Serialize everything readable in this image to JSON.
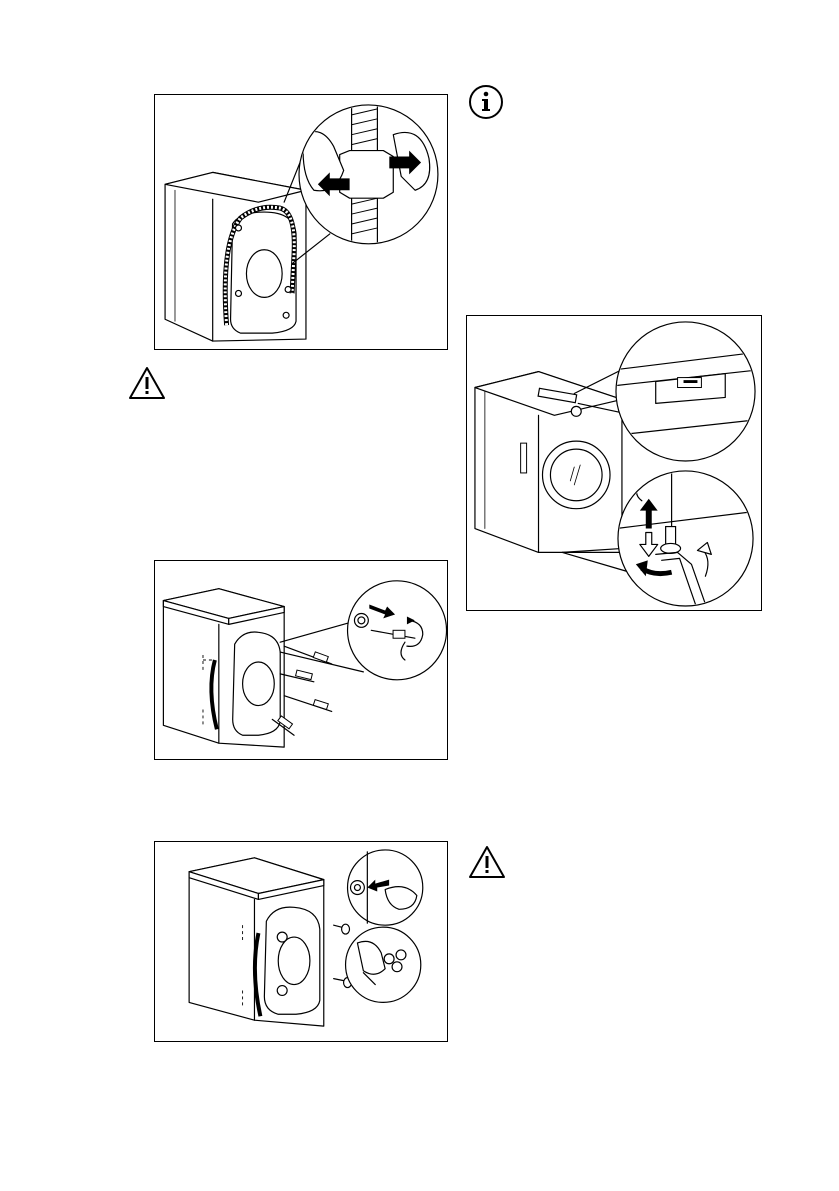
{
  "figures": [
    {
      "subject": "hose-clip-removal"
    },
    {
      "subject": "transit-bolt-removal"
    },
    {
      "subject": "hole-cap-insertion"
    },
    {
      "subject": "levelling-feet-adjustment"
    }
  ],
  "icons": [
    {
      "type": "warning-icon"
    },
    {
      "type": "info-icon"
    },
    {
      "type": "warning-icon"
    }
  ]
}
